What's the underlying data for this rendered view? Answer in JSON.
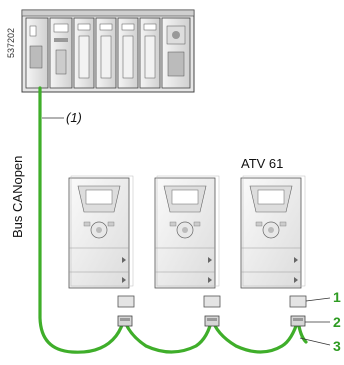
{
  "figure_id": "537202",
  "bus_label": "Bus CANopen",
  "cable_note": "(1)",
  "drive_model": "ATV 61",
  "callouts": [
    "1",
    "2",
    "3"
  ],
  "colors": {
    "cable": "#3fae2a",
    "callout_text": "#2e9b22",
    "device_fill": "#eeeeee",
    "device_shadow": "#cfcfcf",
    "outline": "#333333"
  },
  "icons": {
    "plc": "plc-rack-icon",
    "drive": "variable-speed-drive-icon",
    "tap": "tap-junction-box-icon",
    "connector": "can-connector-icon"
  }
}
